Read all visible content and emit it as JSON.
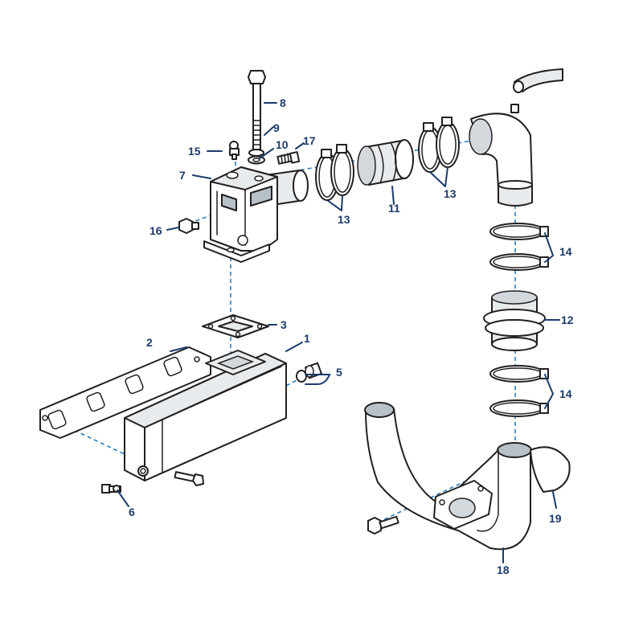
{
  "callouts": {
    "c1": "1",
    "c2": "2",
    "c3": "3",
    "c5": "5",
    "c6": "6",
    "c7": "7",
    "c8": "8",
    "c9": "9",
    "c10": "10",
    "c11": "11",
    "c12": "12",
    "c13a": "13",
    "c13b": "13",
    "c14a": "14",
    "c14b": "14",
    "c15": "15",
    "c16": "16",
    "c17": "17",
    "c18": "18",
    "c19": "19"
  },
  "colors": {
    "axis_line": "#2a7fc1",
    "callout_text": "#1d3b6a",
    "part_outline": "#231f20"
  }
}
